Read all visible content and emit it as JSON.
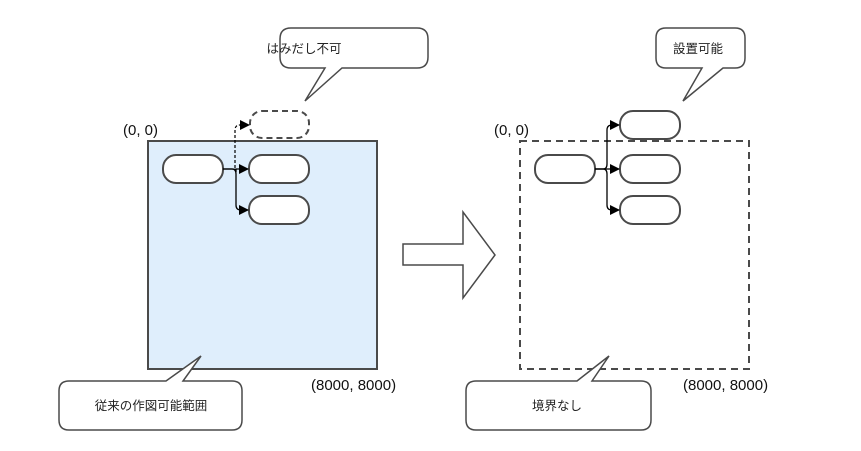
{
  "diagram": {
    "left": {
      "origin_label": "(0, 0)",
      "end_label": "(8000, 8000)",
      "area_fill": "#dfeefc",
      "callout_top": "はみだし不可",
      "callout_bottom": "従来の作図可能範囲"
    },
    "right": {
      "origin_label": "(0, 0)",
      "end_label": "(8000, 8000)",
      "callout_top": "設置可能",
      "callout_bottom": "境界なし"
    },
    "stroke_color": "#4a4a4a",
    "transition_arrow": "right-arrow"
  }
}
